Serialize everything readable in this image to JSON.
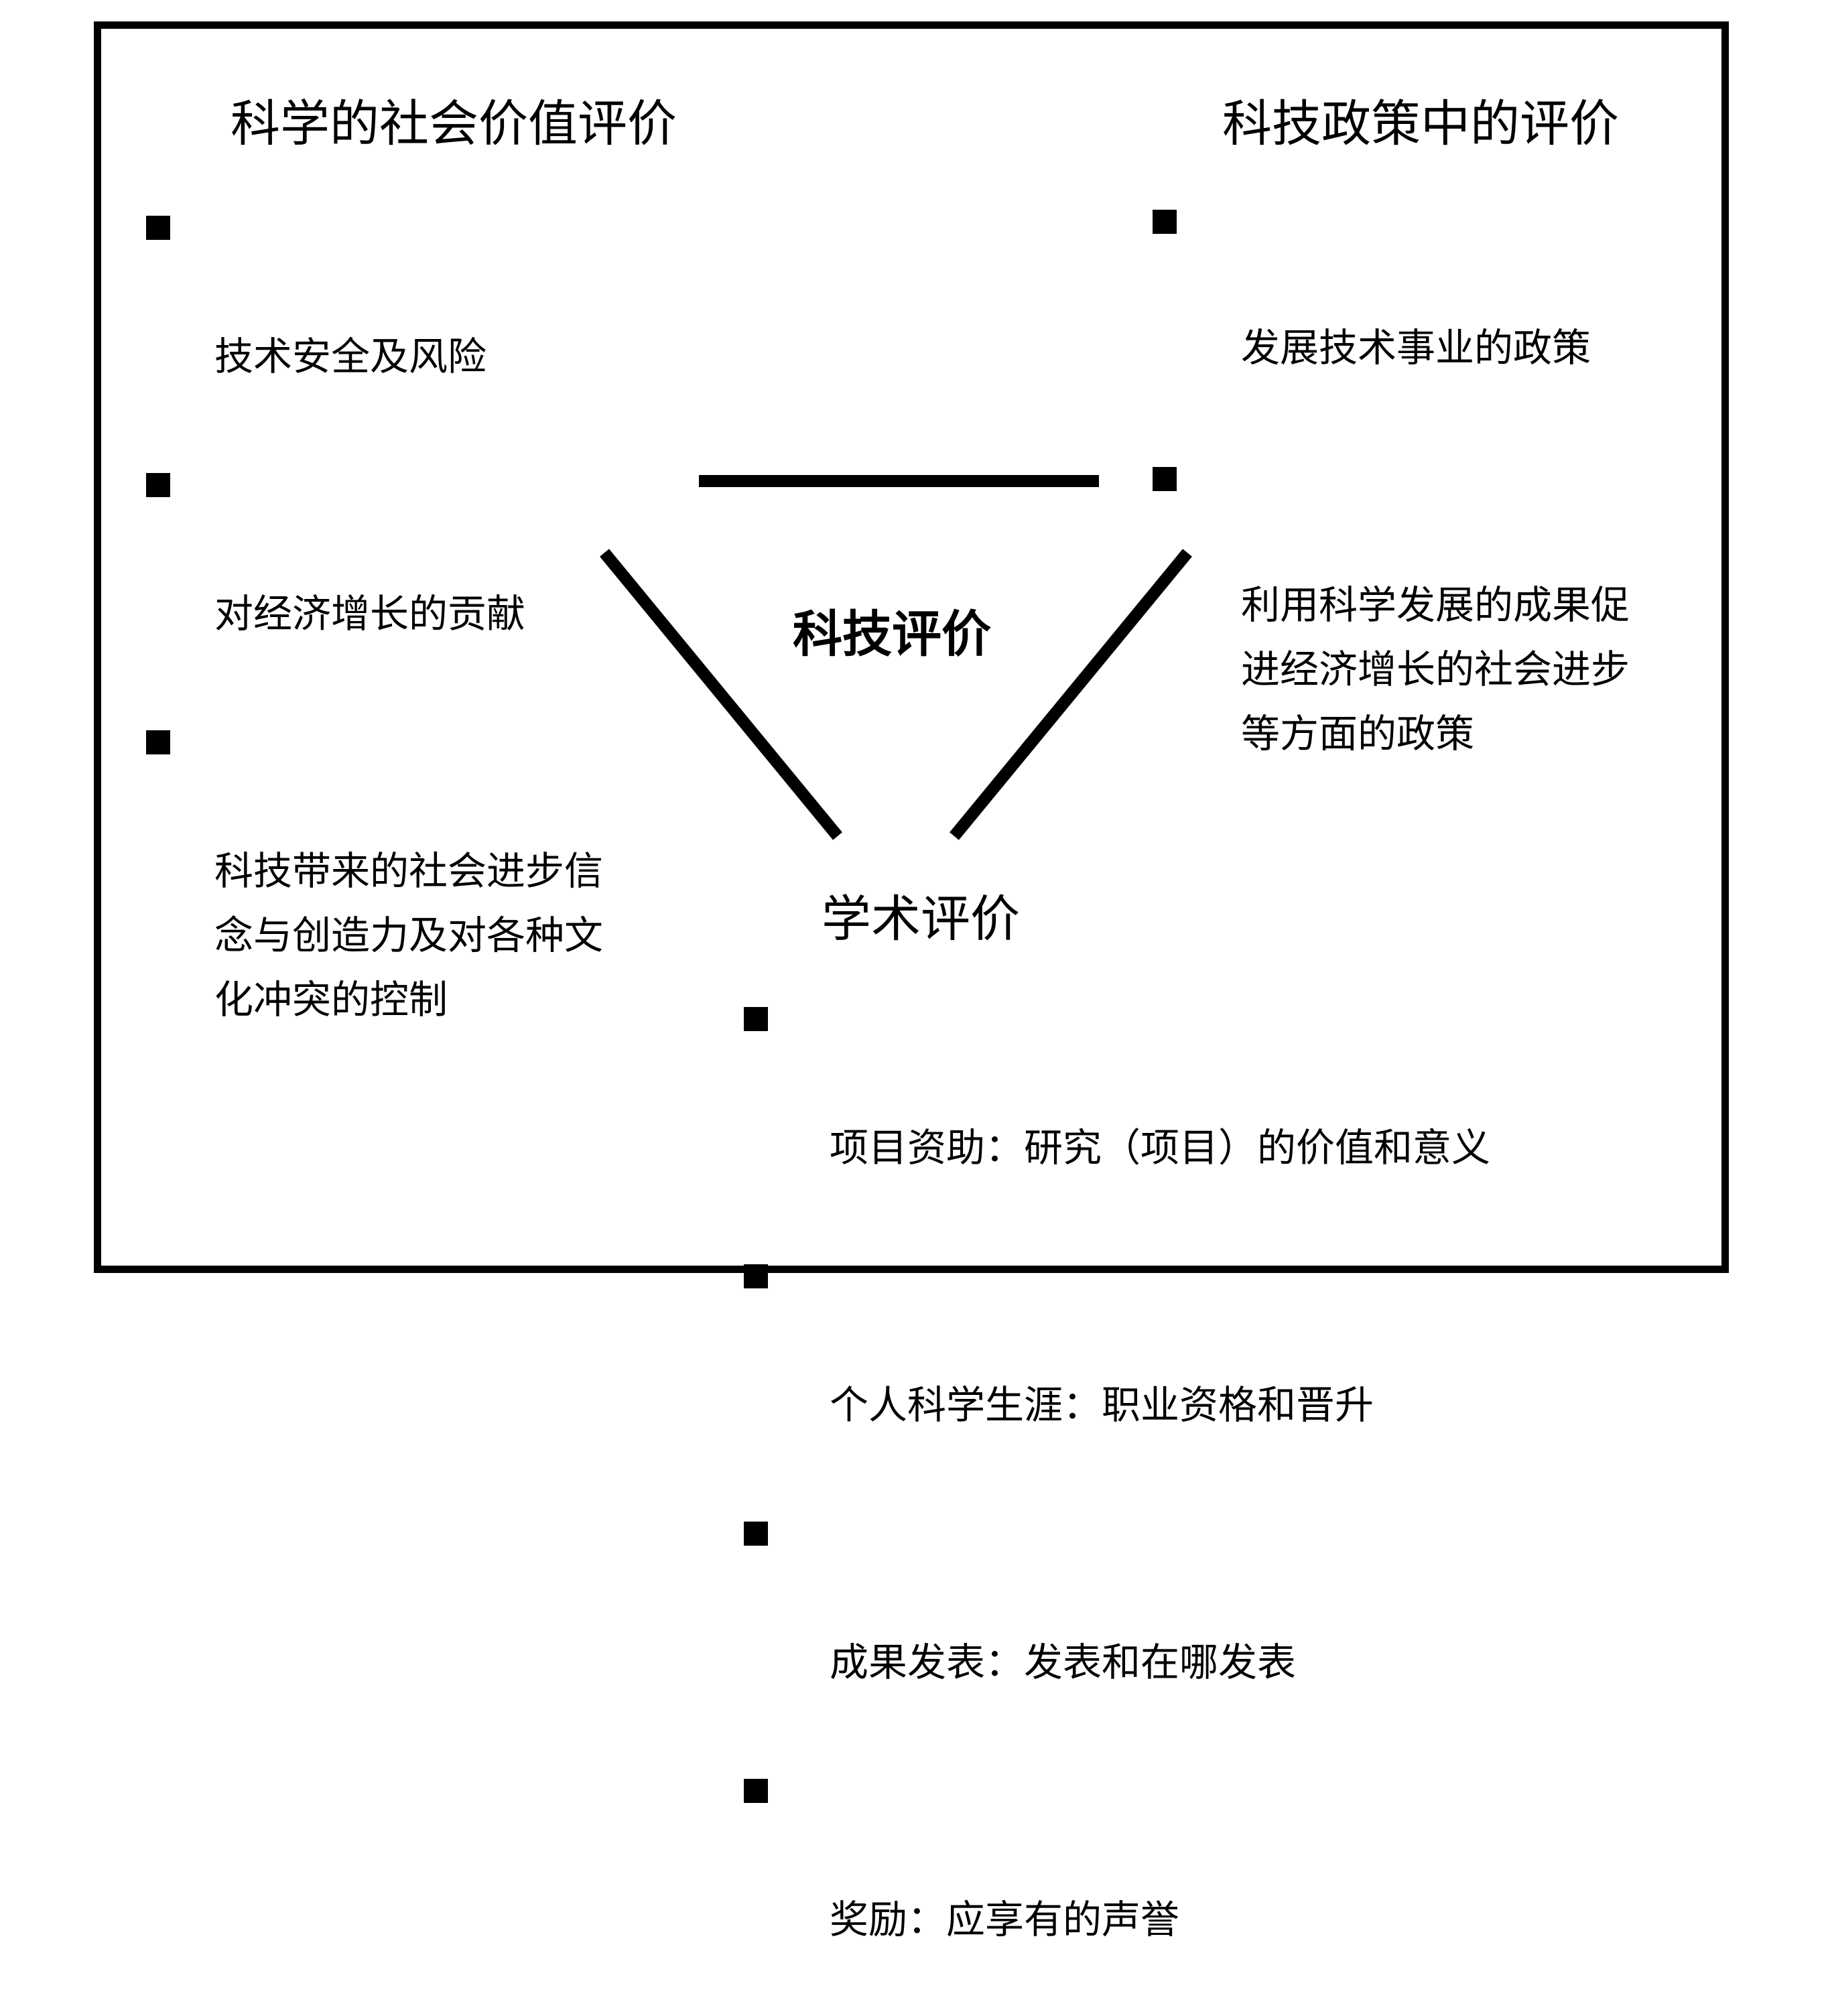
{
  "diagram": {
    "center_title": "科技评价",
    "social_value": {
      "title": "科学的社会价值评价",
      "items": [
        "技术安全及风险",
        "对经济增长的贡献",
        "科技带来的社会进步信\n念与创造力及对各种文\n化冲突的控制"
      ]
    },
    "policy": {
      "title": "科技政策中的评价",
      "items": [
        "发展技术事业的政策",
        "利用科学发展的成果促\n进经济增长的社会进步\n等方面的政策"
      ]
    },
    "academic": {
      "title": "学术评价",
      "items": [
        "项目资助：研究（项目）的价值和意义",
        "个人科学生涯：职业资格和晋升",
        "成果发表：发表和在哪发表",
        "奖励：应享有的声誉"
      ]
    },
    "colors": {
      "ink": "#000000",
      "background": "#ffffff"
    }
  }
}
